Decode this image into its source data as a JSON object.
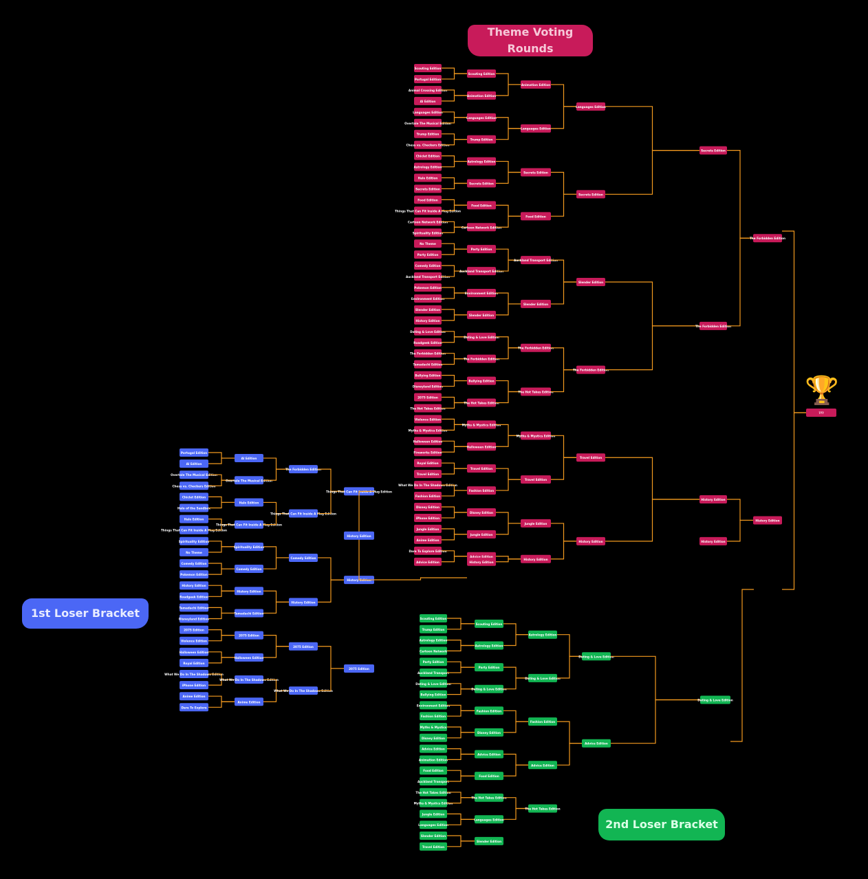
{
  "titles": {
    "theme": "Theme Voting\nRounds",
    "loser1": "1st Loser Bracket",
    "loser2": "2nd Loser Bracket"
  },
  "colors": {
    "theme": "#c81b5a",
    "loser1": "#4b67f5",
    "loser2": "#12b553",
    "line": "#f39a1f",
    "eliminated": "#c8102e"
  },
  "trophy": {
    "icon": "trophy-icon",
    "label": "???"
  },
  "main_bracket": {
    "round1": [
      "Scouting Edition",
      "Portugal Edition",
      "Animal Crossing Edition",
      "AI Edition",
      "Languages Edition",
      "Overtale The Musical Edition",
      "Trump Edition",
      "Chess vs. Checkers Edition",
      "Chiclet Edition",
      "Astrology Edition",
      "Halo Edition",
      "Secrets Edition",
      "Food Edition",
      "Things That Can Fit Inside A Mug Edition",
      "Cartoon Network Edition",
      "Spirituality Edition",
      "No Theme",
      "Party Edition",
      "Comedy Edition",
      "Auckland Transport Edition",
      "Pokemon Edition",
      "Environment Edition",
      "Slender Edition",
      "History Edition",
      "Dating & Love Edition",
      "Roadgeek Edition",
      "The Forbidden Edition",
      "Tamadachi Edition",
      "Bullying Edition",
      "Disneyland Edition",
      "2075 Edition",
      "The Hot Takes Edition",
      "Violence Edition",
      "Myths & Mystics Edition",
      "Halloween Edition",
      "Fireworks Edition",
      "Royal Edition",
      "Travel Edition",
      "What We Do In The Shadows Edition",
      "Fashion Edition",
      "Disney Edition",
      "iPhone Edition",
      "Jungle Edition",
      "Anime Edition",
      "Dare To Explore Edition",
      "Advice Edition"
    ],
    "round2": [
      "Scouting Edition",
      "Animation Edition",
      "Languages Edition",
      "Trump Edition",
      "Astrology Edition",
      "Secrets Edition",
      "Food Edition",
      "Cartoon Network Edition",
      "Party Edition",
      "Auckland Transport Edition",
      "Environment Edition",
      "Slender Edition",
      "Dating & Love Edition",
      "The Forbidden Edition",
      "Bullying Edition",
      "The Hot Takes Edition",
      "Myths & Mystics Edition",
      "Halloween Edition",
      "Travel Edition",
      "Fashion Edition",
      "Disney Edition",
      "Jungle Edition",
      "Advice Edition",
      "History Edition"
    ],
    "round3": [
      "Animation Edition",
      "Languages Edition",
      "Secrets Edition",
      "Food Edition",
      "Auckland Transport Edition",
      "Slender Edition",
      "The Forbidden Edition",
      "The Hot Takes Edition",
      "Myths & Mystics Edition",
      "Travel Edition",
      "Jungle Edition",
      "History Edition"
    ],
    "round4": [
      "Languages Edition",
      "Secrets Edition",
      "Slender Edition",
      "The Forbidden Edition",
      "Travel Edition",
      "History Edition"
    ],
    "round5": [
      "Secrets Edition",
      "The Forbidden Edition",
      "History Edition",
      "History Edition"
    ],
    "round6": [
      "The Forbidden Edition",
      "History Edition"
    ]
  },
  "loser1_bracket": {
    "round1": [
      "Portugal Edition",
      "AI Edition",
      "Overtale The Musical Edition",
      "Chess vs. Checkers Edition",
      "Chiclet Edition",
      "Halo of the Sandbox",
      "Halo Edition",
      "Things That Can Fit Inside A Mug Edition",
      "Spirituality Edition",
      "No Theme",
      "Comedy Edition",
      "Pokemon Edition",
      "History Edition",
      "Roadgeek Edition",
      "Tamadachi Edition",
      "Disneyland Edition",
      "2075 Edition",
      "Violence Edition",
      "Halloween Edition",
      "Royal Edition",
      "What We Do In The Shadows Edition",
      "iPhone Edition",
      "Anime Edition",
      "Dare To Explore"
    ],
    "round2": [
      "AI Edition",
      "Overtale The Musical Edition",
      "Halo Edition",
      "Things That Can Fit Inside A Mug Edition",
      "Spirituality Edition",
      "Comedy Edition",
      "History Edition",
      "Tamadachi Edition",
      "2075 Edition",
      "Halloween Edition",
      "What We Do In The Shadows Edition",
      "Anime Edition"
    ],
    "round3": [
      "The Forbidden Edition",
      "Things That Can Fit Inside A Mug Edition",
      "Comedy Edition",
      "History Edition",
      "2075 Edition",
      "What We Do In The Shadows Edition"
    ],
    "round4": [
      "Things That Can Fit Inside A Mug Edition",
      "History Edition",
      "2075 Edition"
    ],
    "round5": [
      "History Edition"
    ]
  },
  "loser2_bracket": {
    "round1": [
      "Scouting Edition",
      "Trump Edition",
      "Astrology Edition",
      "Cartoon Network",
      "Party Edition",
      "Auckland Transport",
      "Dating & Love Edition",
      "Bullying Edition",
      "Environment Edition",
      "Fashion Edition",
      "Myths & Mystics",
      "Disney Edition",
      "Advice Edition",
      "Animation Edition",
      "Food Edition",
      "Auckland Transport",
      "The Hot Takes Edition",
      "Myths & Mystics Edition",
      "Jungle Edition",
      "Languages Edition",
      "Slender Edition",
      "Travel Edition"
    ],
    "round2": [
      "Scouting Edition",
      "Astrology Edition",
      "Party Edition",
      "Dating & Love Edition",
      "Fashion Edition",
      "Disney Edition",
      "Advice Edition",
      "Food Edition",
      "The Hot Takes Edition",
      "Languages Edition",
      "Slender Edition"
    ],
    "round3": [
      "Astrology Edition",
      "Dating & Love Edition",
      "Fashion Edition",
      "Advice Edition",
      "The Hot Takes Edition"
    ],
    "round4": [
      "Dating & Love Edition",
      "Advice Edition"
    ],
    "round5": [
      "Dating & Love Edition"
    ]
  }
}
